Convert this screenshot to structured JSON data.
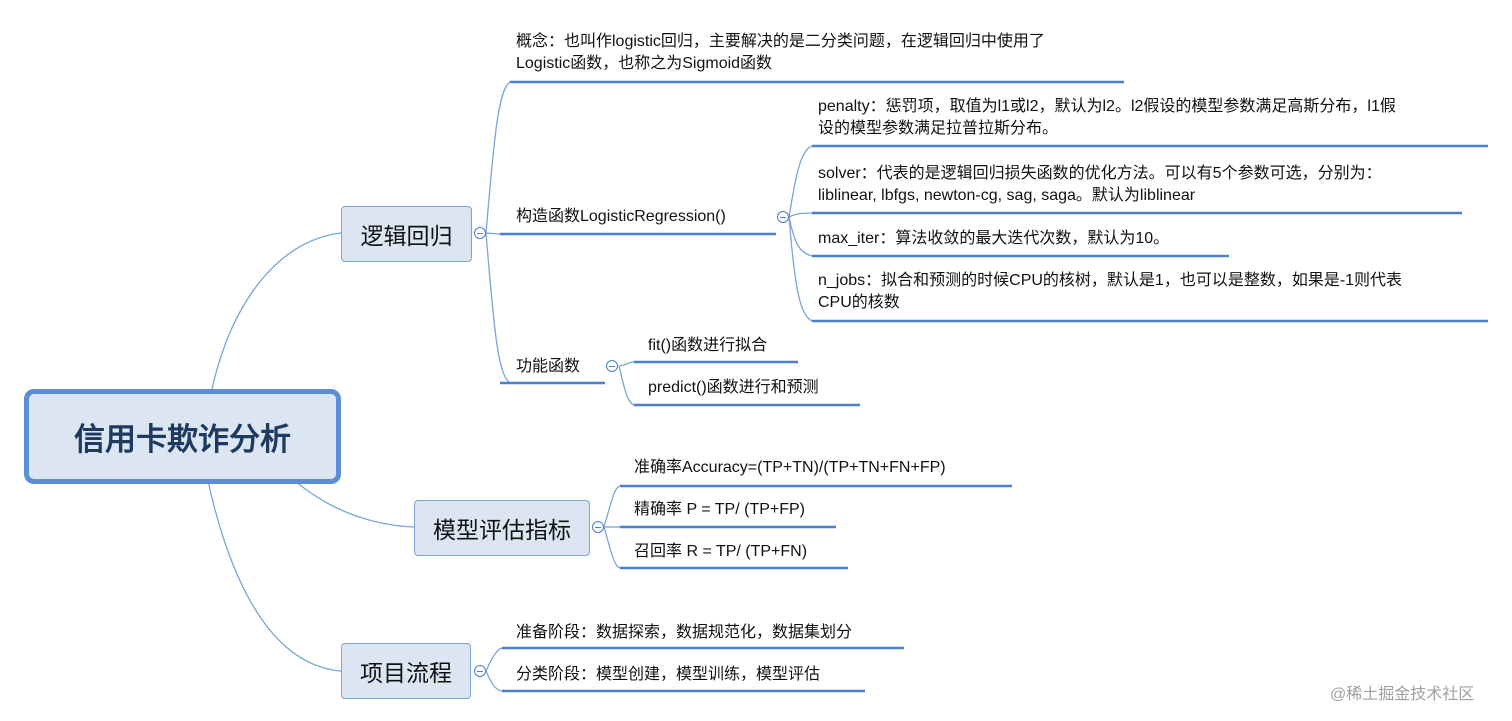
{
  "root": {
    "label": "信用卡欺诈分析"
  },
  "logistic": {
    "label": "逻辑回归",
    "concept": [
      "概念：也叫作logistic回归，主要解决的是二分类问题，在逻辑回归中使用了",
      "Logistic函数，也称之为Sigmoid函数"
    ],
    "constructor": {
      "label": "构造函数LogisticRegression()",
      "params": {
        "penalty": [
          "penalty：惩罚项，取值为l1或l2，默认为l2。l2假设的模型参数满足高斯分布，l1假",
          "设的模型参数满足拉普拉斯分布。"
        ],
        "solver": [
          "solver：代表的是逻辑回归损失函数的优化方法。可以有5个参数可选，分别为：",
          "liblinear, lbfgs, newton-cg, sag, saga。默认为liblinear"
        ],
        "max_iter": "max_iter：算法收敛的最大迭代次数，默认为10。",
        "n_jobs": [
          "n_jobs：拟合和预测的时候CPU的核树，默认是1，也可以是整数，如果是-1则代表",
          "CPU的核数"
        ]
      }
    },
    "functions": {
      "label": "功能函数",
      "fit": "fit()函数进行拟合",
      "predict": "predict()函数进行和预测"
    }
  },
  "metrics": {
    "label": "模型评估指标",
    "accuracy": "准确率Accuracy=(TP+TN)/(TP+TN+FN+FP)",
    "precision": "精确率 P = TP/ (TP+FP)",
    "recall": "召回率 R = TP/ (TP+FN)"
  },
  "process": {
    "label": "项目流程",
    "prepare": "准备阶段：数据探索，数据规范化，数据集划分",
    "classify": "分类阶段：模型创建，模型训练，模型评估"
  },
  "watermark": "@稀土掘金技术社区",
  "colors": {
    "link": "#7aa5d6",
    "underline": "#4a7fc9",
    "node_fill": "#dce6f2",
    "root_border": "#5b8ed4"
  }
}
